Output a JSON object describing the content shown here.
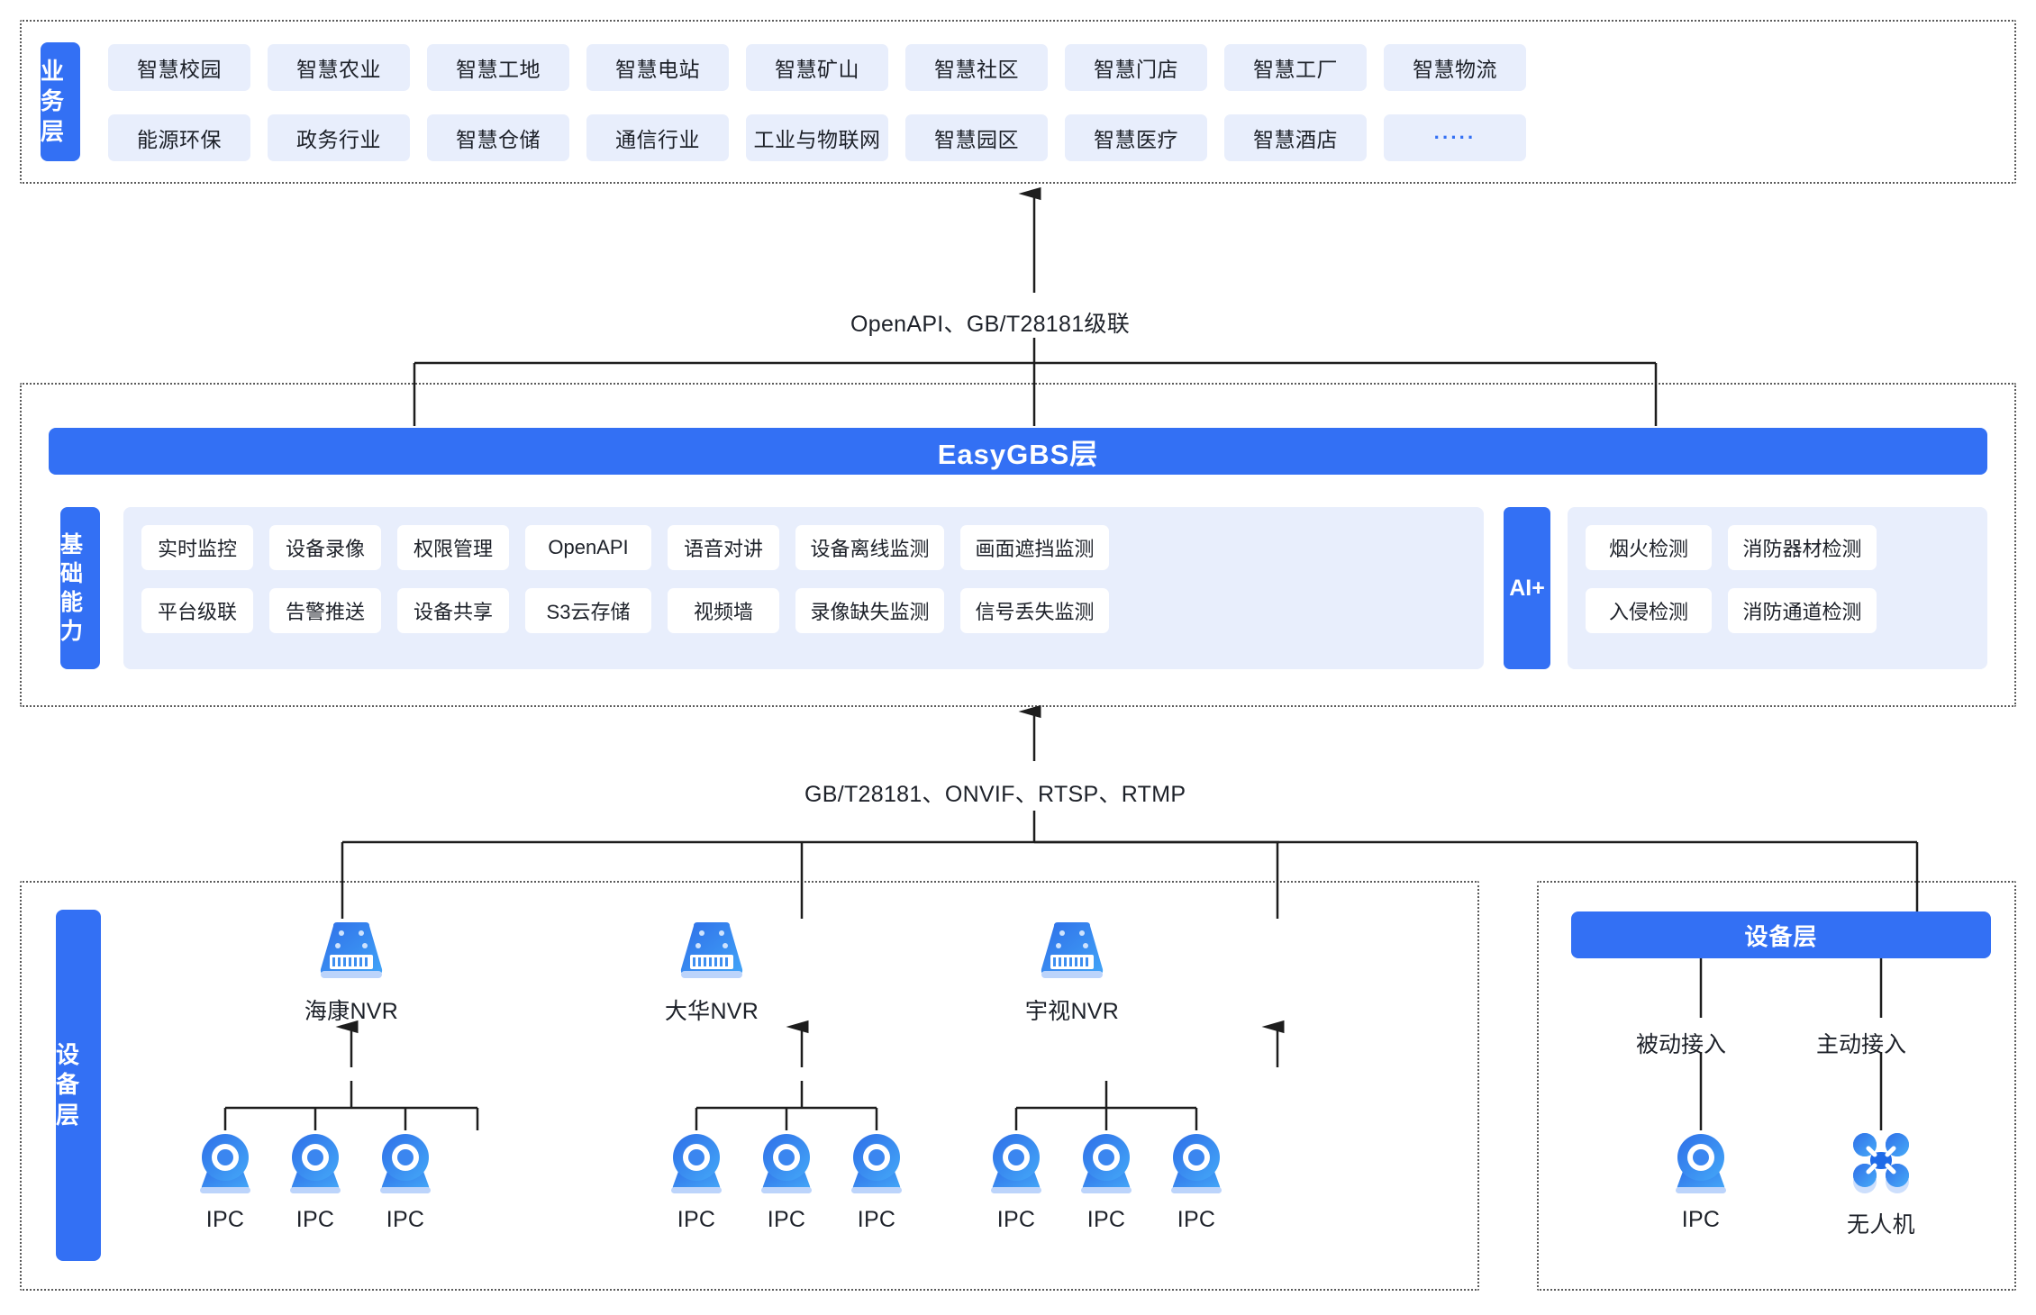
{
  "business_layer": {
    "side_label": "业务层",
    "row1": [
      "智慧校园",
      "智慧农业",
      "智慧工地",
      "智慧电站",
      "智慧矿山",
      "智慧社区",
      "智慧门店",
      "智慧工厂",
      "智慧物流"
    ],
    "row2": [
      "能源环保",
      "政务行业",
      "智慧仓储",
      "通信行业",
      "工业与物联网",
      "智慧园区",
      "智慧医疗",
      "智慧酒店",
      "·····"
    ]
  },
  "connector_top": "OpenAPI、GB/T28181级联",
  "platform_layer": {
    "title": "EasyGBS层",
    "side_label": "基础能力",
    "capabilities_row1": [
      "实时监控",
      "设备录像",
      "权限管理",
      "OpenAPI",
      "语音对讲",
      "设备离线监测",
      "画面遮挡监测"
    ],
    "capabilities_row2": [
      "平台级联",
      "告警推送",
      "设备共享",
      "S3云存储",
      "视频墙",
      "录像缺失监测",
      "信号丢失监测"
    ],
    "ai_badge": "AI+",
    "ai_row1": [
      "烟火检测",
      "消防器材检测"
    ],
    "ai_row2": [
      "入侵检测",
      "消防通道检测"
    ]
  },
  "connector_bottom": "GB/T28181、ONVIF、RTSP、RTMP",
  "device_layer_left": {
    "side_label": "设备层",
    "groups": [
      {
        "nvr_label": "海康NVR",
        "nvr_icon": "nvr-icon",
        "cameras": [
          "IPC",
          "IPC",
          "IPC"
        ]
      },
      {
        "nvr_label": "大华NVR",
        "nvr_icon": "nvr-icon",
        "cameras": [
          "IPC",
          "IPC",
          "IPC"
        ]
      },
      {
        "nvr_label": "宇视NVR",
        "nvr_icon": "nvr-icon",
        "cameras": [
          "IPC",
          "IPC",
          "IPC"
        ]
      }
    ]
  },
  "device_layer_right": {
    "title": "设备层",
    "access_left": "被动接入",
    "access_right": "主动接入",
    "device_left": {
      "label": "IPC",
      "icon": "camera-icon"
    },
    "device_right": {
      "label": "无人机",
      "icon": "drone-icon"
    }
  },
  "colors": {
    "brand_blue": "#3370f4",
    "chip_bg": "#e8eefc",
    "panel_border": "#5b5b5b",
    "text": "#1d2129"
  }
}
